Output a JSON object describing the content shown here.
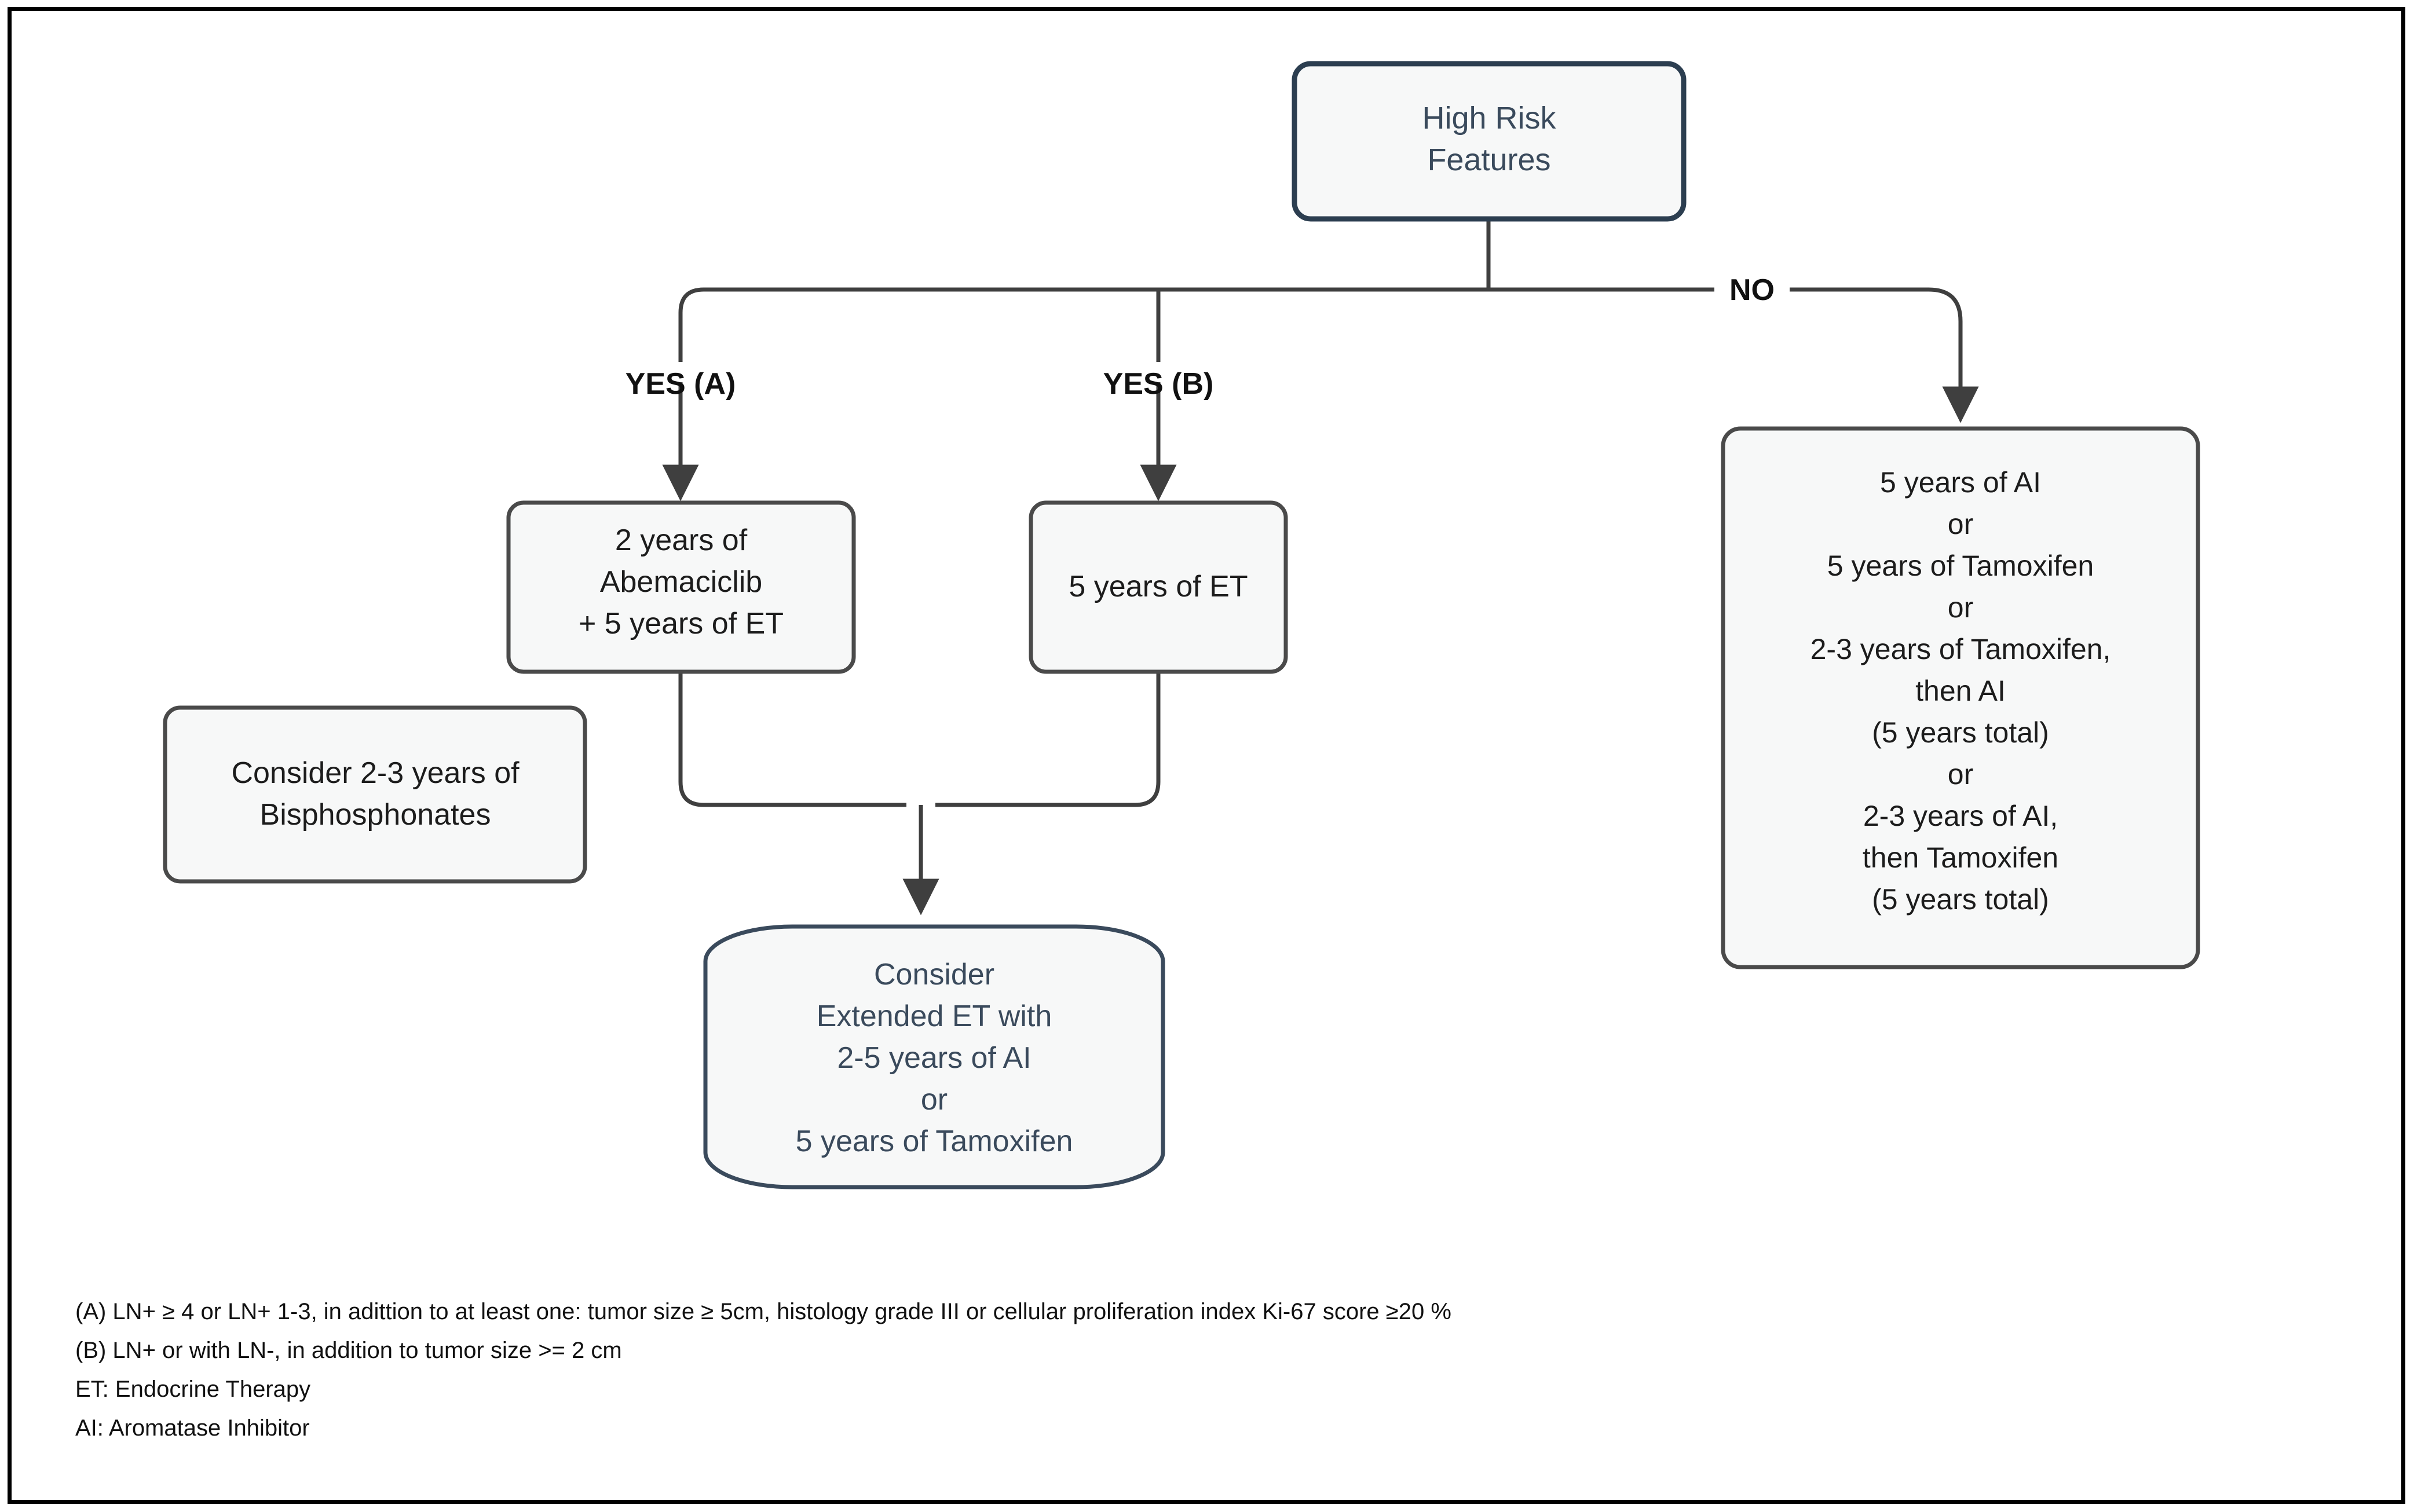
{
  "diagram": {
    "title_node": {
      "id": "high-risk-features",
      "lines": [
        "High Risk",
        "Features"
      ],
      "shape": "rounded-rect",
      "border_color": "#2c3e50",
      "fill": "#f7f8f8",
      "text_color": "#3a4a5c"
    },
    "edge_labels": {
      "yes_a": "YES (A)",
      "yes_b": "YES (B)",
      "no": "NO"
    },
    "nodes": [
      {
        "id": "abemaciclib",
        "lines": [
          "2 years of",
          "Abemaciclib",
          "+ 5 years of ET"
        ],
        "shape": "rounded-rect",
        "border_color": "#4a4a4a",
        "fill": "#f7f8f8",
        "text_color": "#1c1c1c"
      },
      {
        "id": "five-years-et",
        "lines": [
          "5 years of ET"
        ],
        "shape": "rounded-rect",
        "border_color": "#4a4a4a",
        "fill": "#f7f8f8",
        "text_color": "#1c1c1c"
      },
      {
        "id": "bisphosphonates",
        "lines": [
          "Consider 2-3 years of",
          "Bisphosphonates"
        ],
        "shape": "rounded-rect",
        "border_color": "#4a4a4a",
        "fill": "#f7f8f8",
        "text_color": "#1c1c1c"
      },
      {
        "id": "no-branch-options",
        "lines": [
          "5 years of AI",
          "or",
          "5 years of Tamoxifen",
          "or",
          "2-3 years of Tamoxifen,",
          "then AI",
          "(5 years total)",
          "or",
          "2-3 years of AI,",
          "then Tamoxifen",
          "(5 years total)"
        ],
        "shape": "rounded-rect",
        "border_color": "#4a4a4a",
        "fill": "#f7f8f8",
        "text_color": "#1c1c1c"
      },
      {
        "id": "extended-et",
        "lines": [
          "Consider",
          "Extended ET with",
          "2-5 years of AI",
          "or",
          "5 years of Tamoxifen"
        ],
        "shape": "stadium",
        "border_color": "#3a4a5c",
        "fill": "#f7f8f8",
        "text_color": "#3a4a5c"
      }
    ],
    "connector_color": "#3f3f3f"
  },
  "footnotes": [
    "(A) LN+ ≥ 4 or LN+ 1-3, in adittion to at least one: tumor size ≥ 5cm, histology grade III or cellular proliferation index Ki-67 score ≥20 %",
    "(B) LN+ or with LN-, in addition to tumor size >= 2 cm",
    "ET: Endocrine Therapy",
    "AI: Aromatase Inhibitor"
  ]
}
